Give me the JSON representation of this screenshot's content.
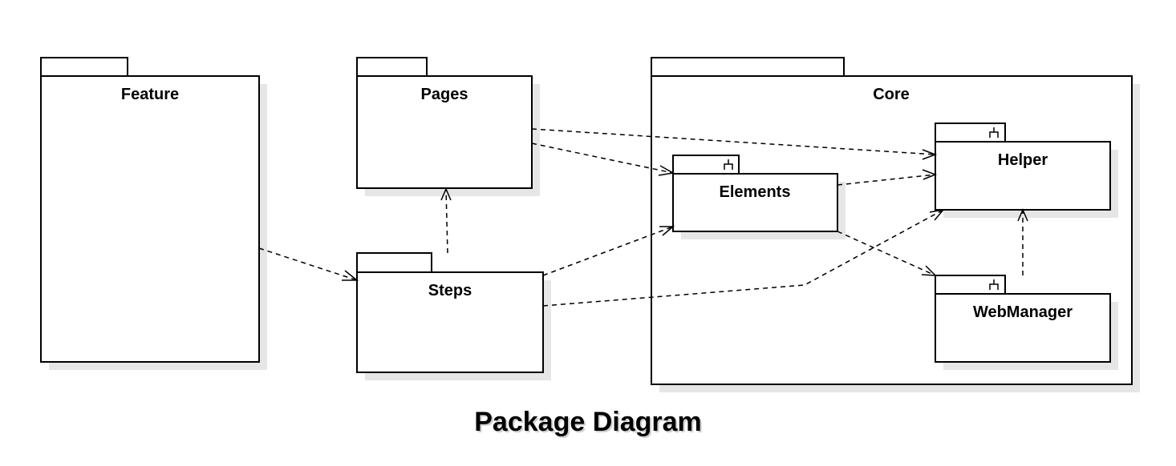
{
  "packages": {
    "feature": {
      "label": "Feature"
    },
    "pages": {
      "label": "Pages"
    },
    "steps": {
      "label": "Steps"
    },
    "core": {
      "label": "Core"
    },
    "elements": {
      "label": "Elements"
    },
    "helper": {
      "label": "Helper"
    },
    "webmanager": {
      "label": "WebManager"
    }
  },
  "caption": "Package Diagram",
  "colors": {
    "stroke": "#000000",
    "fill": "#ffffff",
    "shadow": "#e6e6e6"
  }
}
